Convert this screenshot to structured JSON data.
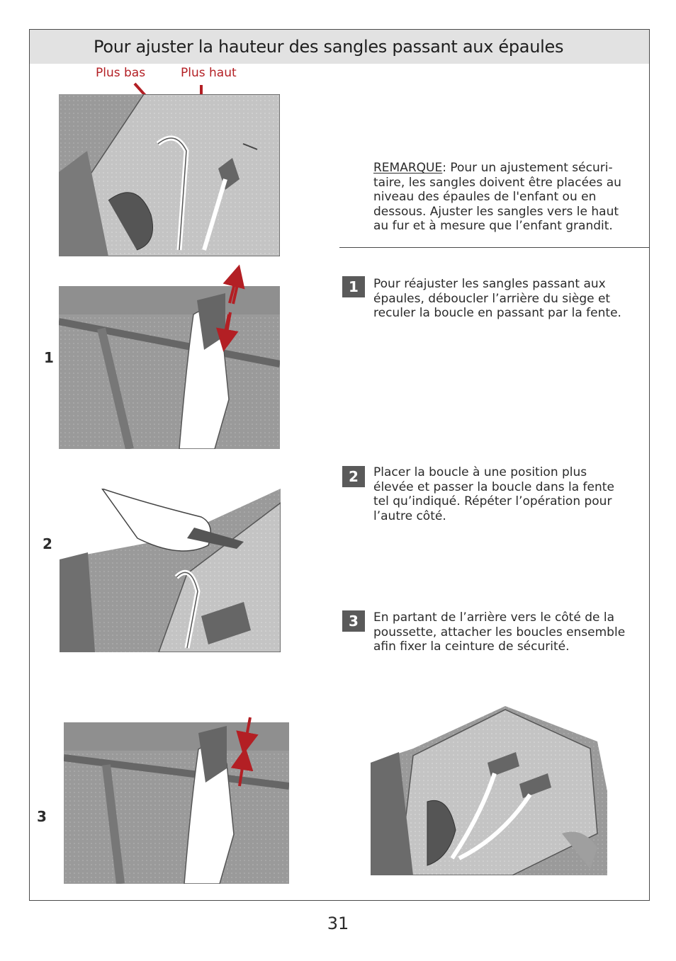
{
  "header": {
    "title": "Pour ajuster la hauteur des sangles passant aux épaules"
  },
  "figure_top": {
    "label_lower": "Plus bas",
    "label_higher": "Plus haut",
    "arrow_color": "#b31f24"
  },
  "steps_left_numbers": [
    "1",
    "2",
    "3"
  ],
  "note": {
    "keyword": "REMARQUE",
    "lines": [
      ": Pour un ajustement sécuri-",
      "taire, les sangles doivent être placées au",
      "niveau des épaules de l'enfant ou en",
      "dessous.  Ajuster les sangles vers le haut",
      "au fur et à mesure que l’enfant grandit."
    ]
  },
  "steps": [
    {
      "number": "1",
      "lines": [
        "Pour réajuster les sangles passant aux",
        "épaules, déboucler l’arrière du siège et",
        "reculer la boucle en passant par la fente."
      ]
    },
    {
      "number": "2",
      "lines": [
        "Placer la boucle à une position plus",
        "élevée et passer la boucle dans la fente",
        "tel qu’indiqué. Répéter l’opération pour",
        "l’autre côté."
      ]
    },
    {
      "number": "3",
      "lines": [
        "En partant de l’arrière vers le côté de la",
        "poussette, attacher les boucles ensemble",
        "afin fixer la ceinture de sécurité."
      ]
    }
  ],
  "colors": {
    "badge": "#5a5a5a",
    "frame": "#4a4a4a",
    "title_bar": "#e2e2e2",
    "illustration_gray": "#8a8a8a"
  },
  "page_number": "31"
}
